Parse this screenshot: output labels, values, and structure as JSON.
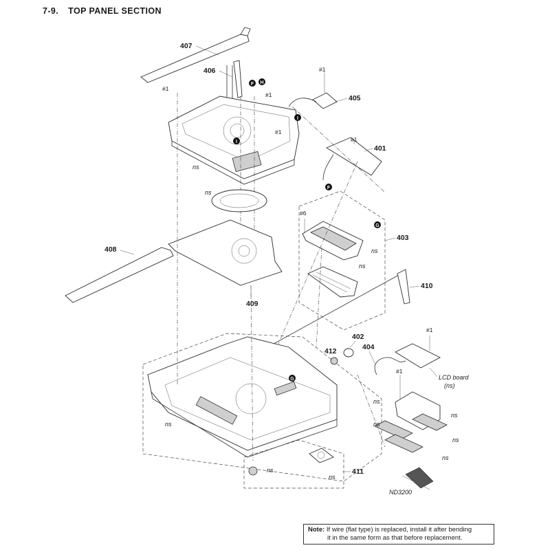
{
  "section": {
    "number": "7-9.",
    "title": "TOP PANEL SECTION"
  },
  "parts": {
    "p401": "401",
    "p402": "402",
    "p403": "403",
    "p404": "404",
    "p405": "405",
    "p406": "406",
    "p407": "407",
    "p408": "408",
    "p409": "409",
    "p410": "410",
    "p411": "411",
    "p412": "412"
  },
  "screw_labels": {
    "s1": "#1",
    "s6": "#6"
  },
  "connector_letters": {
    "F": "F",
    "H": "H",
    "I": "I",
    "G": "G"
  },
  "ns_label": "ns",
  "captions": {
    "lcd_board_line1": "LCD board",
    "lcd_board_line2": "(ns)",
    "nd3200": "ND3200"
  },
  "note": {
    "prefix": "Note:",
    "line1": "If wire (flat type) is replaced, install it after bending",
    "line2": "it in the same form as that before replacement."
  }
}
